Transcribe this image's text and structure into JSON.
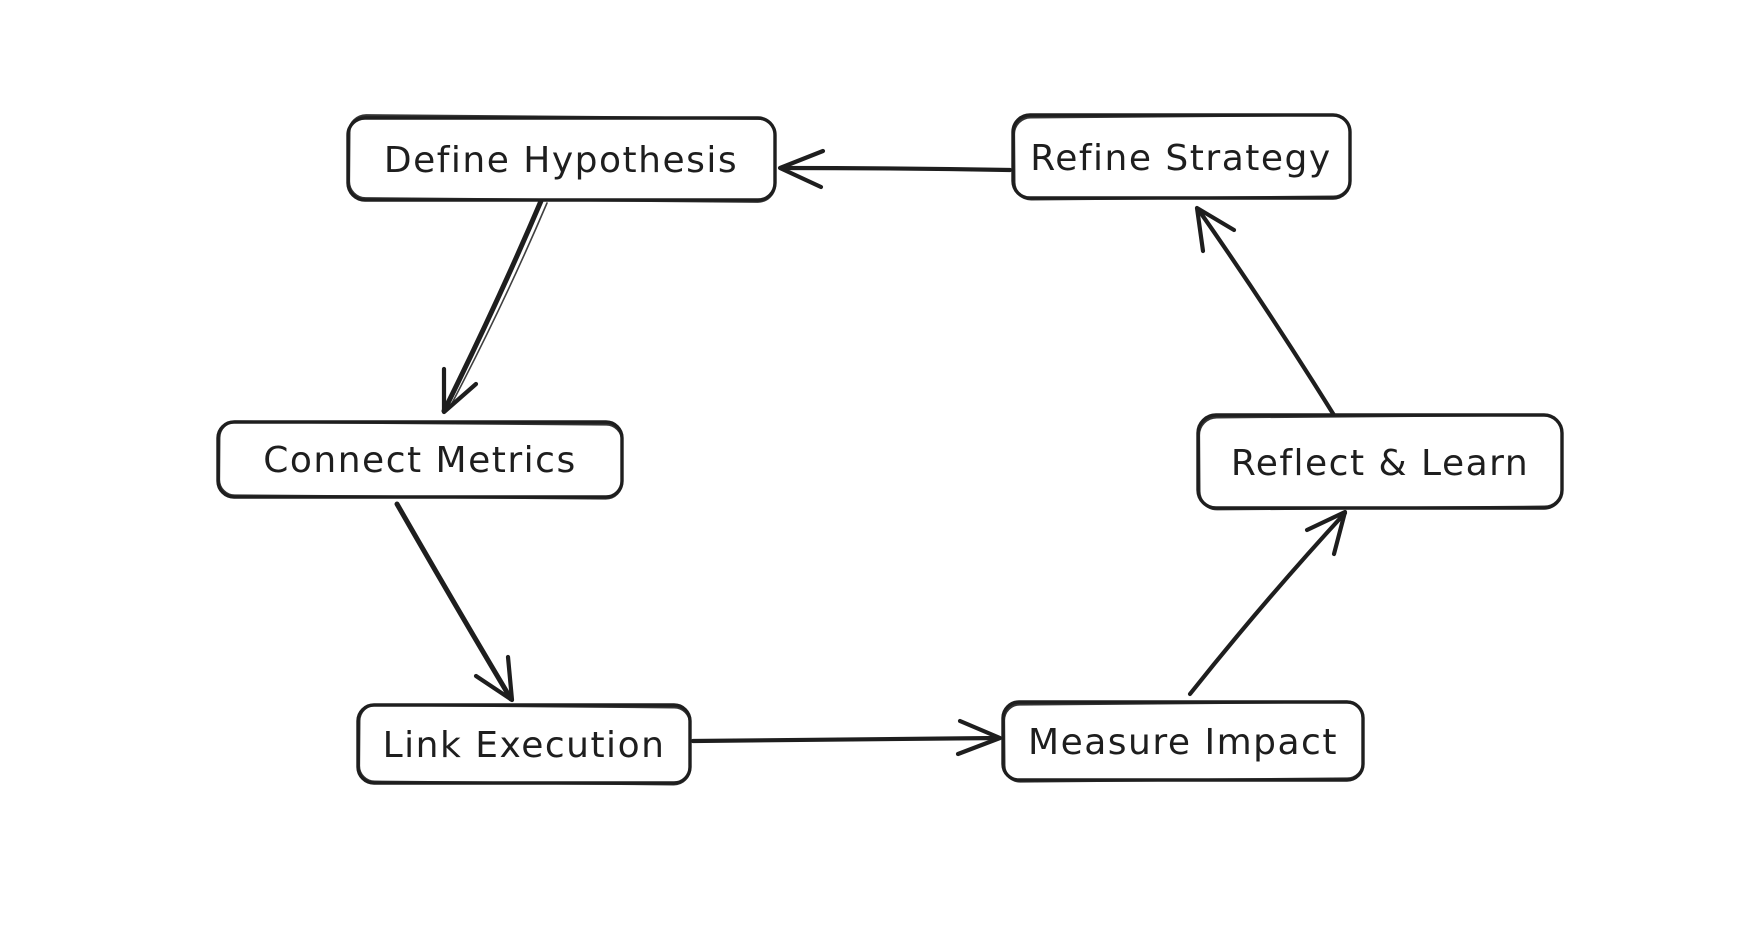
{
  "diagram": {
    "type": "flow-cycle",
    "background_color": "#ffffff",
    "stroke_color": "#1e1e1e",
    "style": "hand-drawn-whiteboard",
    "nodes": [
      {
        "id": "define-hypothesis",
        "label": "Define Hypothesis"
      },
      {
        "id": "refine-strategy",
        "label": "Refine Strategy"
      },
      {
        "id": "connect-metrics",
        "label": "Connect Metrics"
      },
      {
        "id": "reflect-learn",
        "label": "Reflect & Learn"
      },
      {
        "id": "link-execution",
        "label": "Link Execution"
      },
      {
        "id": "measure-impact",
        "label": "Measure Impact"
      }
    ],
    "edges": [
      {
        "from": "Define Hypothesis",
        "to": "Connect Metrics"
      },
      {
        "from": "Connect Metrics",
        "to": "Link Execution"
      },
      {
        "from": "Link Execution",
        "to": "Measure Impact"
      },
      {
        "from": "Measure Impact",
        "to": "Reflect & Learn"
      },
      {
        "from": "Reflect & Learn",
        "to": "Refine Strategy"
      },
      {
        "from": "Refine Strategy",
        "to": "Define Hypothesis"
      }
    ]
  }
}
